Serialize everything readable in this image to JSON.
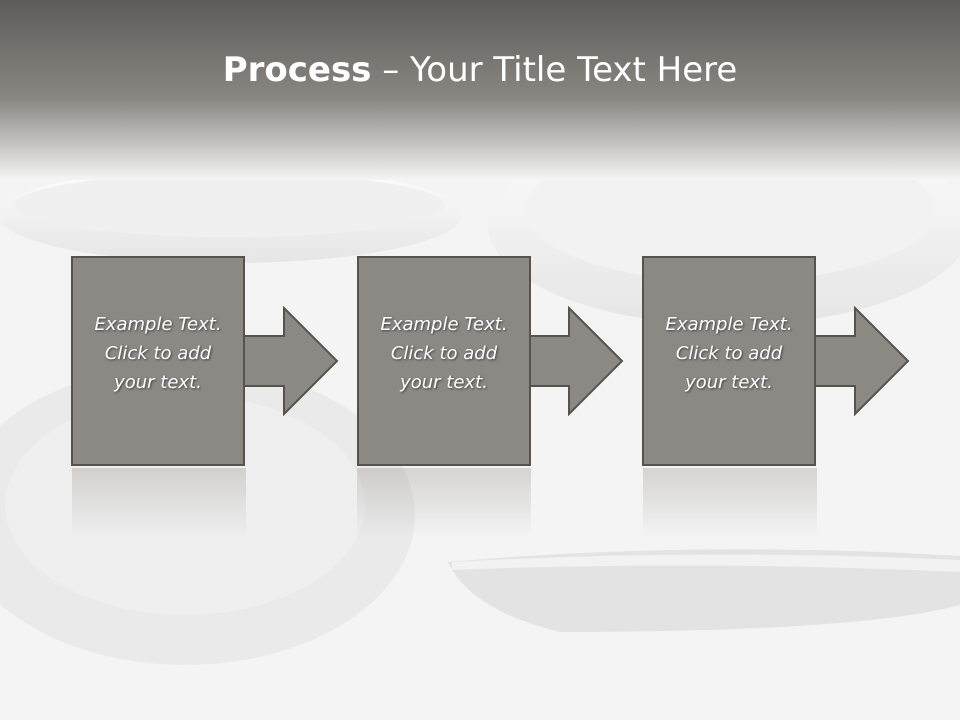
{
  "title": {
    "bold": "Process",
    "rest": " – Your Title Text Here"
  },
  "steps": [
    {
      "lines": [
        "Example Text.",
        "Click  to add",
        "your text."
      ]
    },
    {
      "lines": [
        "Example Text.",
        "Click  to add",
        "your text."
      ]
    },
    {
      "lines": [
        "Example Text.",
        "Click  to add",
        "your text."
      ]
    }
  ],
  "colors": {
    "header_top": "#5f5b58",
    "box_fill": "#8c8884",
    "box_border": "#56534f",
    "text": "#ffffff"
  }
}
